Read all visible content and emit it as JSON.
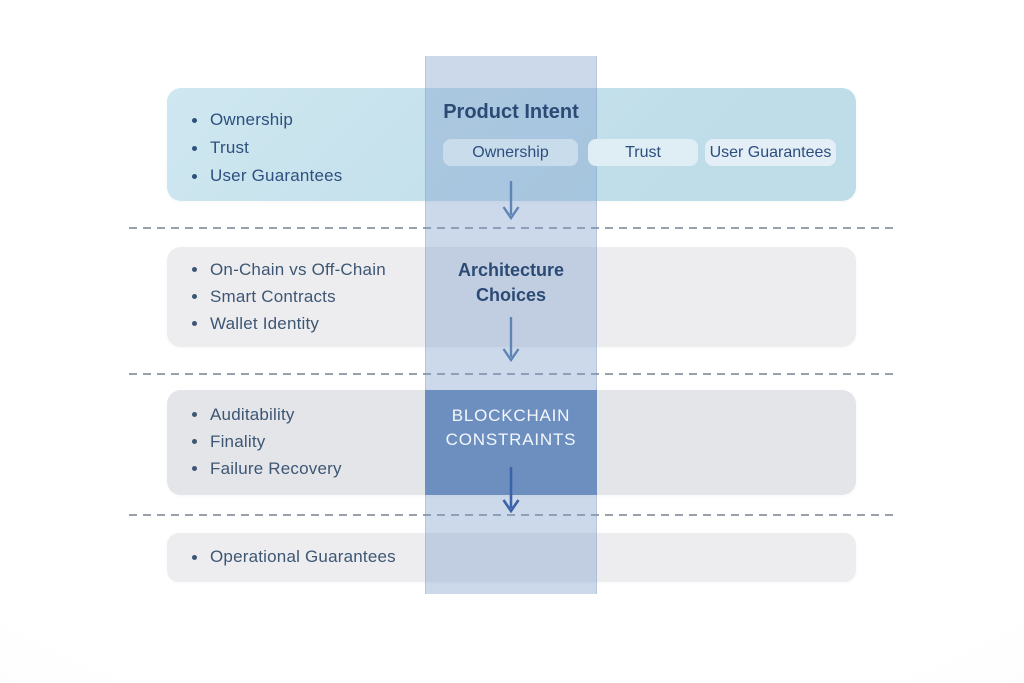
{
  "rows": [
    {
      "stage": "Product Intent",
      "bullets": [
        "Ownership",
        "Trust",
        "User Guarantees"
      ],
      "chips": [
        "Ownership",
        "Trust",
        "User Guarantees"
      ]
    },
    {
      "stage": "Architecture Choices",
      "bullets": [
        "On-Chain vs Off-Chain",
        "Smart Contracts",
        "Wallet Identity"
      ]
    },
    {
      "stage": "BLOCKCHAIN CONSTRAINTS",
      "bullets": [
        "Auditability",
        "Finality",
        "Failure Recovery"
      ]
    },
    {
      "bullets": [
        "Operational Guarantees"
      ]
    }
  ],
  "colors": {
    "flow_column_overlay": "#7fa1cd",
    "constraint_band": "#6d8fc0",
    "card_teal": "#c5e2ec",
    "card_gray": "#ededf0",
    "card_gray_dark": "#e4e5e9",
    "title_navy": "#2b4a74",
    "bullet_navy": "#2d507f",
    "constraints_text": "#f3f7fb",
    "arrow_blue": "#5f85b5",
    "arrow_dark_blue": "#3a63a8",
    "separator_gray": "#98a1ab"
  }
}
